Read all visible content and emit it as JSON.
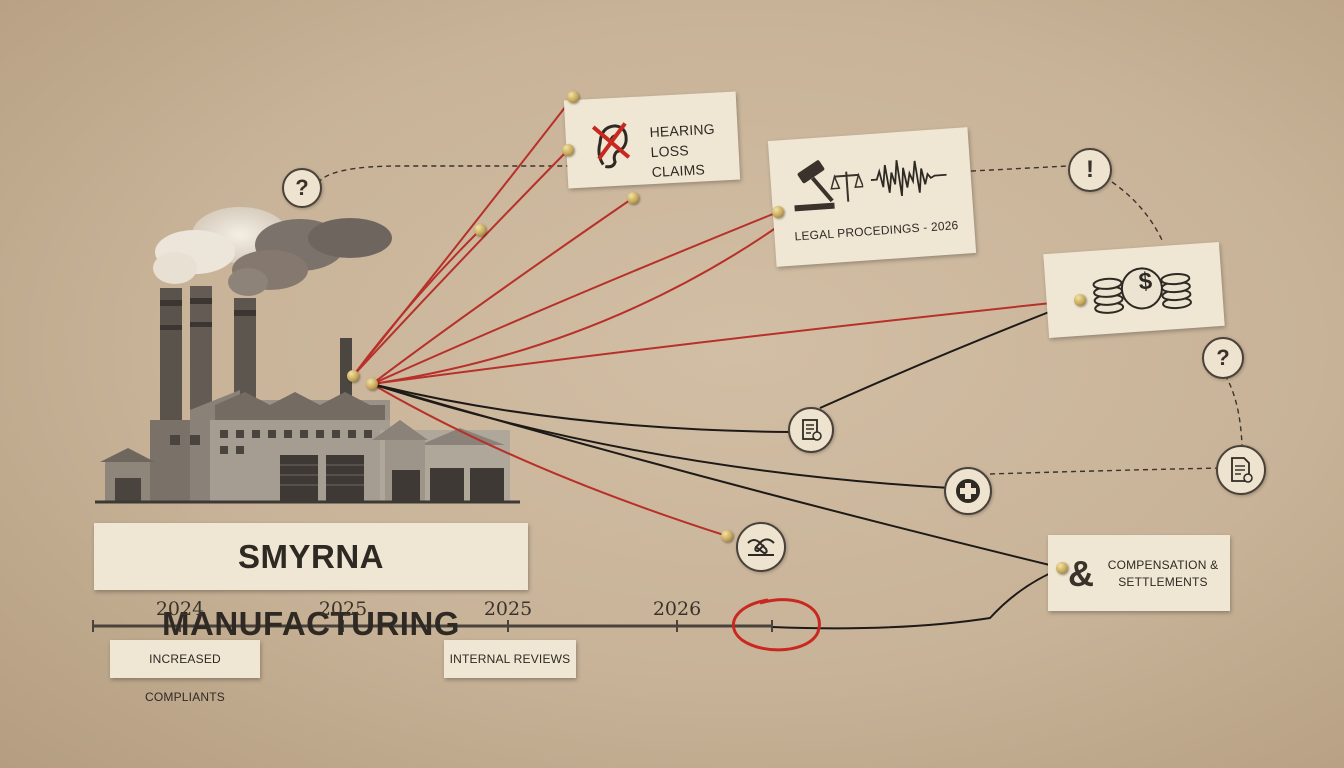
{
  "title": "SMYRNA MANUFACTURING",
  "cards": {
    "hearing_line1": "HEARING",
    "hearing_line2": "LOSS CLAIMS",
    "legal": "LEGAL PROCEDINGS - 2026",
    "compensation_line1": "COMPENSATION &",
    "compensation_line2": "SETTLEMENTS",
    "compensation_symbol": "&"
  },
  "timeline": {
    "years": [
      "2024",
      "2025",
      "2025",
      "2026"
    ],
    "notes": {
      "increased_complaints": "INCREASED COMPLIANTS",
      "internal_reviews": "INTERNAL REVIEWS"
    }
  },
  "markers": {
    "question": "?",
    "exclamation": "!",
    "dollar": "$"
  },
  "icons": {
    "hearing": "crossed-out-ear-icon",
    "legal": "gavel-and-scales-icon",
    "waveform": "sound-wave-icon",
    "money": "coin-stack-icon",
    "document": "document-icon",
    "medical": "medical-cross-icon",
    "handshake": "handshake-icon",
    "report": "report-icon"
  },
  "colors": {
    "red_string": "#b8302a",
    "black_string": "#1e1a17",
    "card": "#efe6d3",
    "circle_red": "#c8281f"
  }
}
